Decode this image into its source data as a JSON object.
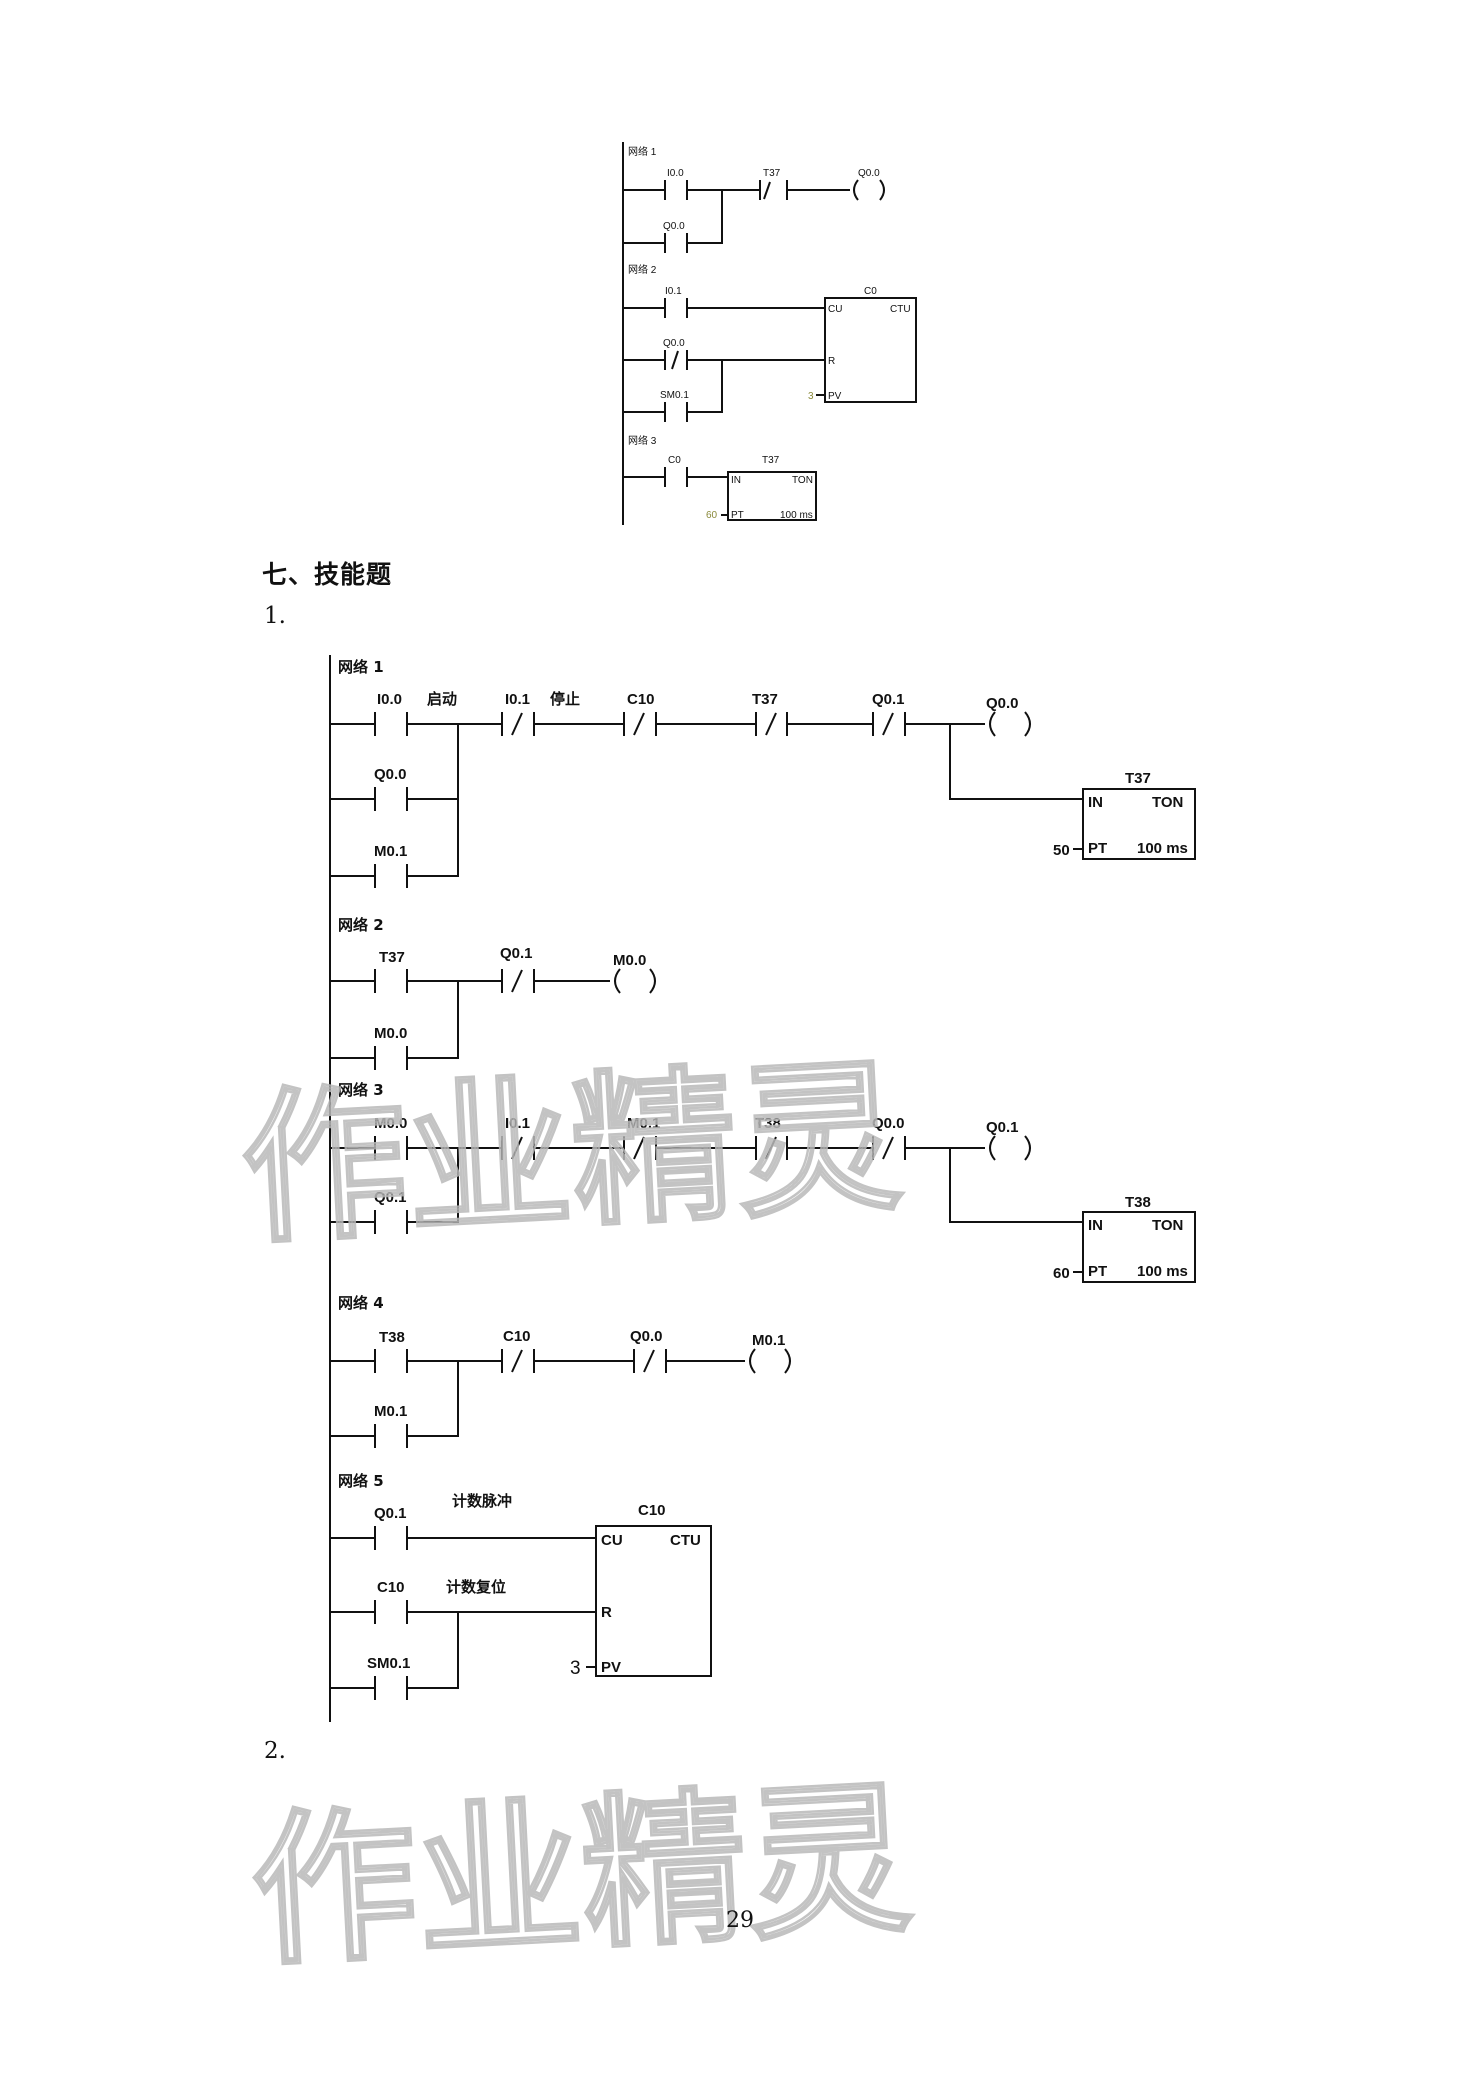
{
  "ladder_top": {
    "net1": {
      "title": "网络 1",
      "no1": "I0.0",
      "nc1": "T37",
      "par": "Q0.0",
      "coil": "Q0.0",
      "nc_glyph": "/"
    },
    "net2": {
      "title": "网络 2",
      "no1": "I0.1",
      "nc1": "Q0.0",
      "no2": "SM0.1",
      "nc_glyph": "/",
      "box": {
        "name": "C0",
        "type": "CTU",
        "cu": "CU",
        "r": "R",
        "pv_pin": "PV",
        "pv": "3"
      }
    },
    "net3": {
      "title": "网络 3",
      "no1": "C0",
      "box": {
        "name": "T37",
        "type": "TON",
        "in": "IN",
        "pt_pin": "PT",
        "pt": "60",
        "unit": "100 ms"
      }
    }
  },
  "section": {
    "title": "七、技能题",
    "q1": "1.",
    "q2": "2."
  },
  "ladder_main": {
    "nc_glyph": "/",
    "net1": {
      "title": "网络 1",
      "c1": "I0.0",
      "c1_note": "启动",
      "c2": "I0.1",
      "c2_note": "停止",
      "c3": "C10",
      "c4": "T37",
      "c5": "Q0.1",
      "coil": "Q0.0",
      "par1": "Q0.0",
      "par2": "M0.1",
      "box": {
        "name": "T37",
        "type": "TON",
        "in": "IN",
        "pt_pin": "PT",
        "pt": "50",
        "unit": "100 ms"
      }
    },
    "net2": {
      "title": "网络 2",
      "c1": "T37",
      "c2": "Q0.1",
      "coil": "M0.0",
      "par1": "M0.0"
    },
    "net3": {
      "title": "网络 3",
      "c1": "M0.0",
      "c2": "I0.1",
      "c3": "M0.1",
      "c4": "T38",
      "c5": "Q0.0",
      "coil": "Q0.1",
      "par1": "Q0.1",
      "box": {
        "name": "T38",
        "type": "TON",
        "in": "IN",
        "pt_pin": "PT",
        "pt": "60",
        "unit": "100 ms"
      }
    },
    "net4": {
      "title": "网络 4",
      "c1": "T38",
      "c2": "C10",
      "c3": "Q0.0",
      "coil": "M0.1",
      "par1": "M0.1"
    },
    "net5": {
      "title": "网络 5",
      "c1": "Q0.1",
      "c1_note": "计数脉冲",
      "c2": "C10",
      "c2_note": "计数复位",
      "c3": "SM0.1",
      "box": {
        "name": "C10",
        "type": "CTU",
        "cu": "CU",
        "r": "R",
        "pv_pin": "PV",
        "pv": "3"
      }
    }
  },
  "watermark": {
    "text": "作业精灵"
  },
  "page_number": "29"
}
